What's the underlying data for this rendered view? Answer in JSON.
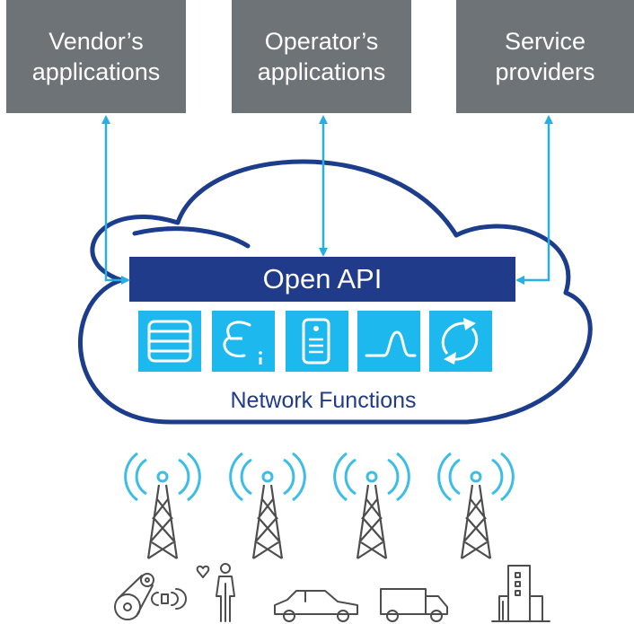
{
  "boxes": [
    {
      "line1": "Vendor’s",
      "line2": "applications"
    },
    {
      "line1": "Operator’s",
      "line2": "applications"
    },
    {
      "line1": "Service",
      "line2": "providers"
    }
  ],
  "api_label": "Open API",
  "network_label": "Network Functions",
  "colors": {
    "box": "#6e7378",
    "arrow": "#29aee0",
    "cloud_stroke": "#1c3c8c",
    "api_bar": "#1f3b8a",
    "nf_tile": "#1cb8ee",
    "tower_wave": "#3bbde8",
    "tower": "#4d4d4d"
  },
  "icons": {
    "network_functions": [
      "stack-icon",
      "epsilon-icon",
      "server-icon",
      "waveform-icon",
      "cycle-icon"
    ],
    "towers": [
      "cell-tower-icon",
      "cell-tower-icon",
      "cell-tower-icon",
      "cell-tower-icon"
    ],
    "devices": [
      "machine-sensor-icon",
      "wearable-person-icon",
      "car-icon",
      "truck-icon",
      "building-icon"
    ]
  }
}
